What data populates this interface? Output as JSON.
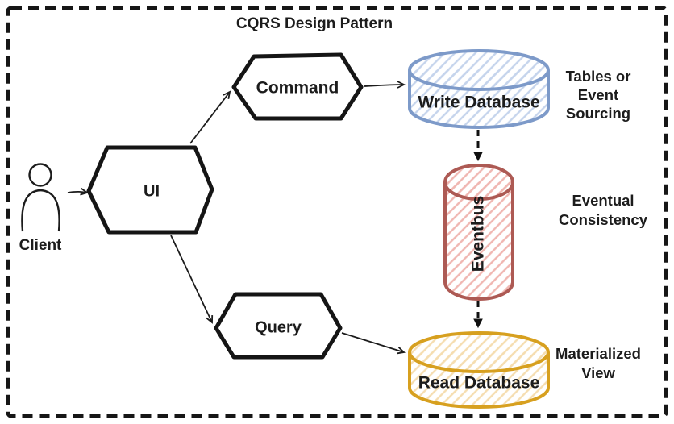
{
  "diagram": {
    "title": "CQRS Design Pattern",
    "type": "hand-drawn architecture diagram",
    "colors": {
      "ink": "#1c1c1c",
      "background": "#ffffff",
      "write_db_stroke": "#7d9ac9",
      "write_db_hatch": "#c5d4ec",
      "eventbus_stroke": "#ad5a54",
      "eventbus_hatch": "#f0b6b1",
      "read_db_stroke": "#d7a01f",
      "read_db_hatch": "#f5ddb0"
    },
    "nodes": {
      "client": {
        "label": "Client",
        "shape": "actor"
      },
      "ui": {
        "label": "UI",
        "shape": "hexagon"
      },
      "command": {
        "label": "Command",
        "shape": "hexagon"
      },
      "query": {
        "label": "Query",
        "shape": "hexagon"
      },
      "write_db": {
        "label": "Write Database",
        "shape": "cylinder",
        "color": "#7d9ac9"
      },
      "eventbus": {
        "label": "Eventbus",
        "shape": "cylinder-vertical",
        "color": "#ad5a54"
      },
      "read_db": {
        "label": "Read Database",
        "shape": "cylinder",
        "color": "#d7a01f"
      }
    },
    "annotations": {
      "write_db_note": [
        "Tables or",
        "Event",
        "Sourcing"
      ],
      "eventbus_note": [
        "Eventual",
        "Consistency"
      ],
      "read_db_note": [
        "Materialized",
        "View"
      ]
    },
    "edges": [
      {
        "from": "client",
        "to": "ui",
        "style": "solid"
      },
      {
        "from": "ui",
        "to": "command",
        "style": "solid"
      },
      {
        "from": "ui",
        "to": "query",
        "style": "solid"
      },
      {
        "from": "command",
        "to": "write_db",
        "style": "solid"
      },
      {
        "from": "write_db",
        "to": "eventbus",
        "style": "dashed"
      },
      {
        "from": "eventbus",
        "to": "read_db",
        "style": "dashed"
      },
      {
        "from": "query",
        "to": "read_db",
        "style": "solid"
      }
    ]
  }
}
